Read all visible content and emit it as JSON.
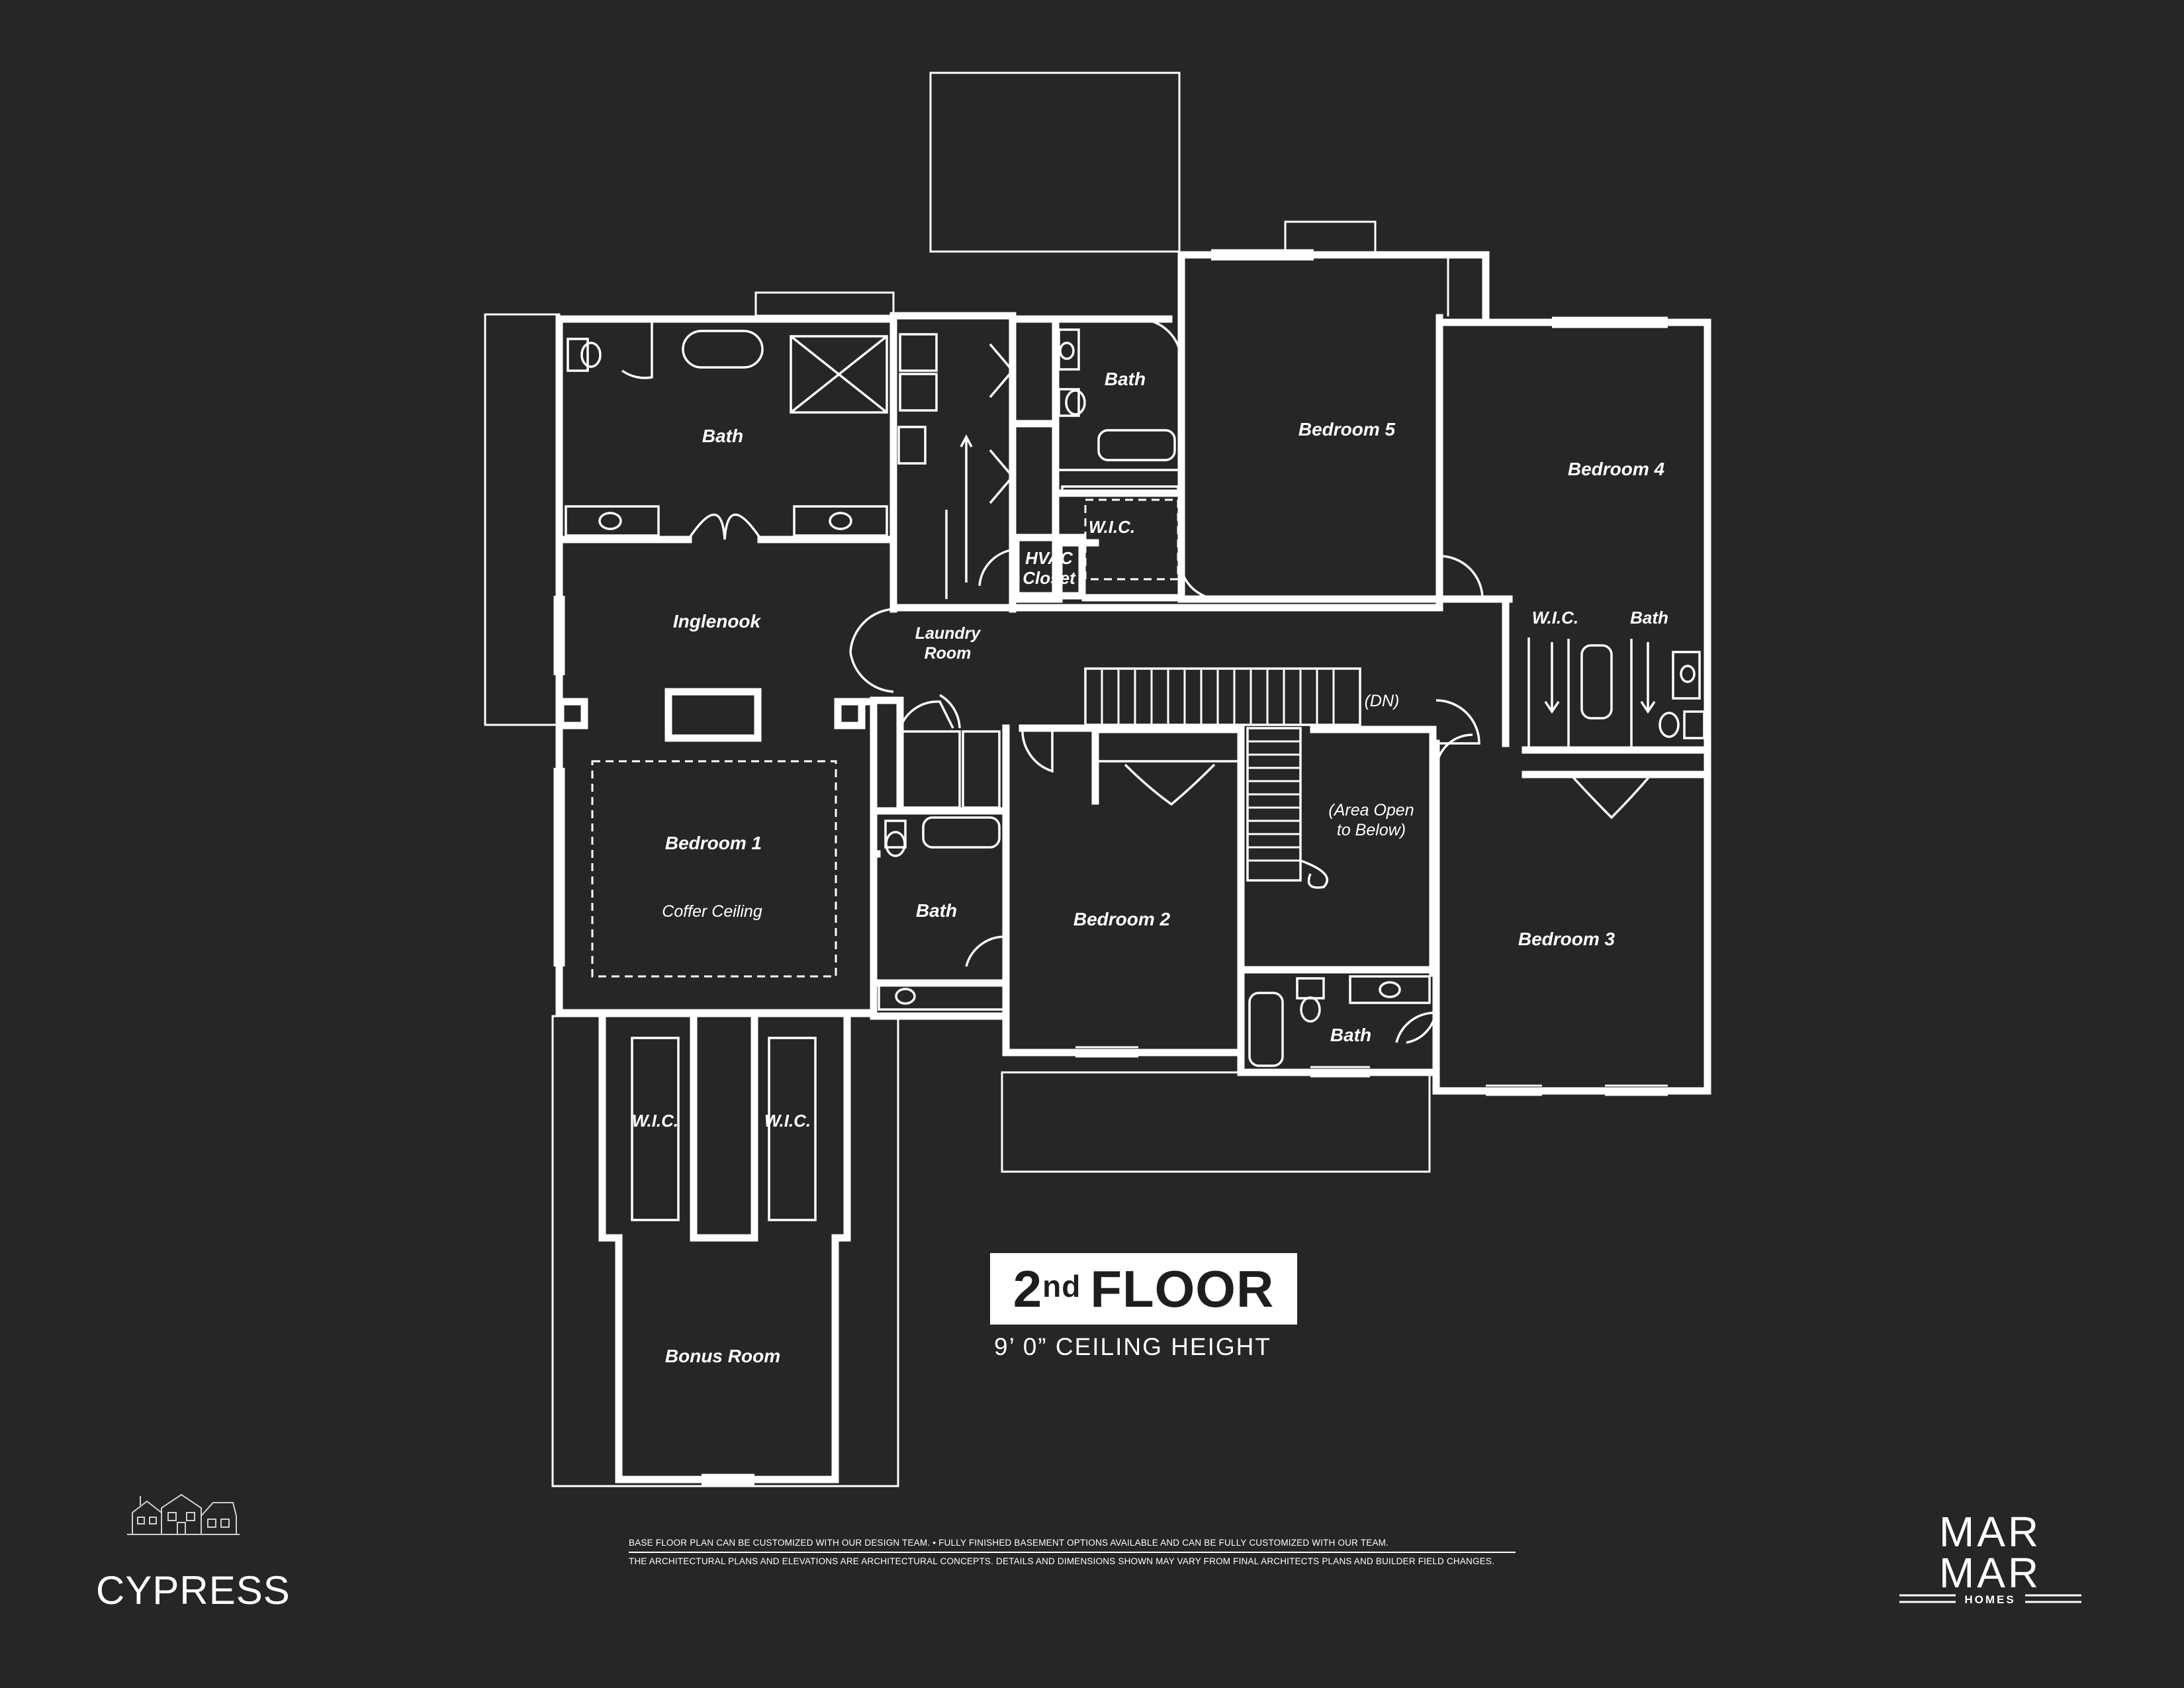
{
  "plan": {
    "rooms": {
      "master_bath": "Bath",
      "inglenook": "Inglenook",
      "bedroom1": "Bedroom 1",
      "coffer": "Coffer Ceiling",
      "laundry_line1": "Laundry",
      "laundry_line2": "Room",
      "hvac_line1": "HVAC",
      "hvac_line2": "Closet",
      "bath_upper": "Bath",
      "wic_upper": "W.I.C.",
      "bedroom5": "Bedroom 5",
      "bedroom4": "Bedroom 4",
      "wic_right": "W.I.C.",
      "bath_right": "Bath",
      "dn": "(DN)",
      "open_line1": "(Area Open",
      "open_line2": "to Below)",
      "bath_mid": "Bath",
      "bedroom2": "Bedroom 2",
      "bedroom3": "Bedroom 3",
      "bath_lower": "Bath",
      "wic_left": "W.I.C.",
      "wic_left2": "W.I.C.",
      "bonus": "Bonus Room"
    }
  },
  "floor": {
    "label_number": "2",
    "label_suffix": "nd",
    "label_word": "FLOOR",
    "ceiling": "9’ 0” CEILING HEIGHT"
  },
  "disclaimer": {
    "line1": "BASE FLOOR PLAN CAN BE CUSTOMIZED WITH OUR DESIGN TEAM. • FULLY FINISHED BASEMENT OPTIONS AVAILABLE AND CAN BE FULLY CUSTOMIZED WITH OUR TEAM.",
    "line2": "THE ARCHITECTURAL PLANS AND ELEVATIONS ARE ARCHITECTURAL CONCEPTS. DETAILS AND DIMENSIONS SHOWN MAY VARY FROM FINAL ARCHITECTS PLANS AND BUILDER FIELD CHANGES."
  },
  "model_name": "CYPRESS",
  "logo": {
    "line1": "MAR",
    "line2": "MAR",
    "sub": "HOMES"
  },
  "colors": {
    "background": "#262626",
    "lines": "#ffffff",
    "badge_text": "#1e1e1e"
  }
}
